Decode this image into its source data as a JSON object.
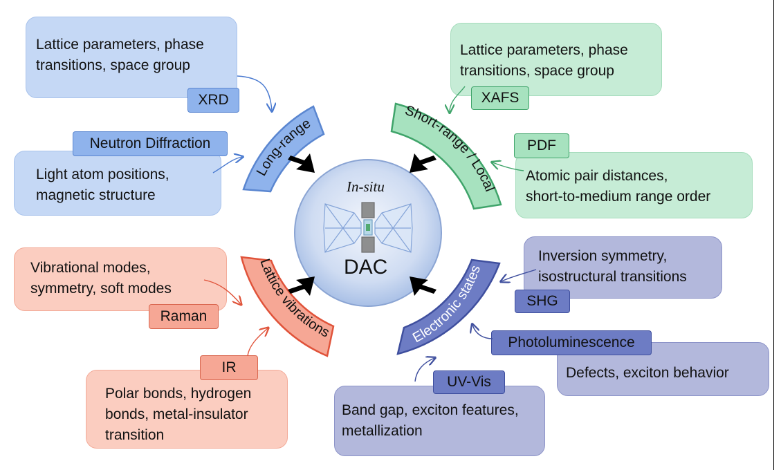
{
  "center": {
    "title": "In-situ",
    "label": "DAC"
  },
  "arcs": {
    "long_range": "Long-range",
    "short_range": "Short-range / Local",
    "lattice": "Lattice vibrations",
    "electronic": "Electronic states"
  },
  "blocks": {
    "xrd": {
      "text": "Lattice parameters, phase\ntransitions, space group",
      "tag": "XRD"
    },
    "neutron": {
      "text": "Light atom positions,\nmagnetic structure",
      "tag": "Neutron Diffraction"
    },
    "xafs": {
      "text": "Lattice parameters, phase\ntransitions, space group",
      "tag": "XAFS"
    },
    "pdf": {
      "text": "Atomic pair distances,\nshort-to-medium range order",
      "tag": "PDF"
    },
    "raman": {
      "text": "Vibrational modes,\nsymmetry, soft modes",
      "tag": "Raman"
    },
    "ir": {
      "text": "Polar bonds, hydrogen\nbonds, metal-insulator\ntransition",
      "tag": "IR"
    },
    "shg": {
      "text": "Inversion symmetry,\nisostructural transitions",
      "tag": "SHG"
    },
    "pl": {
      "text": "Defects, exciton behavior",
      "tag": "Photoluminescence"
    },
    "uvvis": {
      "text": "Band gap, exciton features,\nmetallization",
      "tag": "UV-Vis"
    }
  },
  "colors": {
    "blue": "#5a86d0",
    "green": "#3fa46a",
    "red": "#e0533a",
    "purple": "#3f4f9e"
  }
}
